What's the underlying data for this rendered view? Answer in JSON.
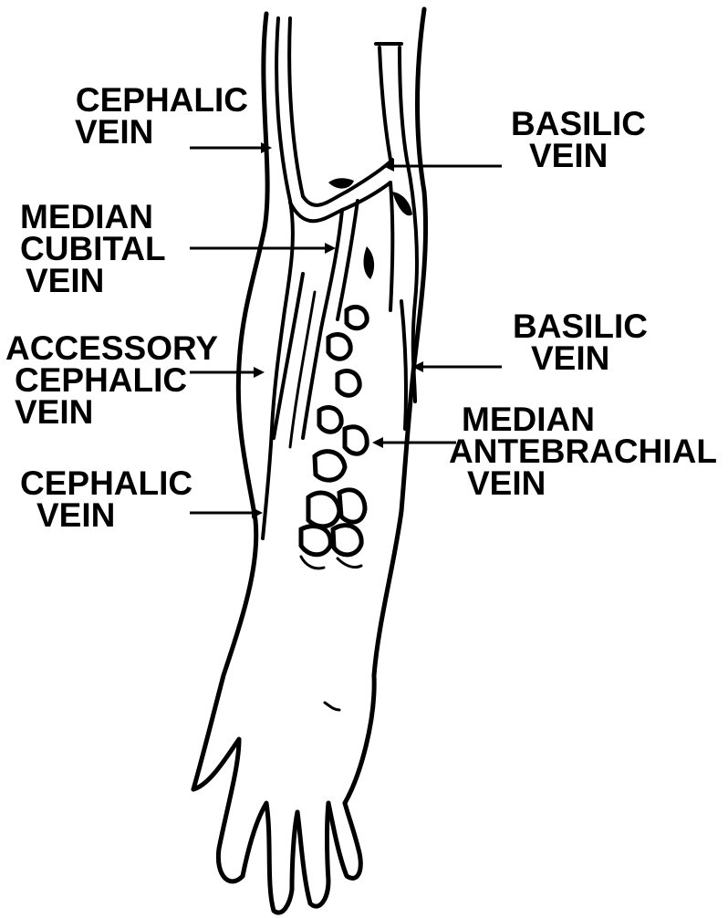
{
  "labels": {
    "cephalic_upper": [
      "CEPHALIC",
      "VEIN"
    ],
    "basilic_upper": [
      "BASILIC",
      "VEIN"
    ],
    "median_cubital": [
      "MEDIAN",
      "CUBITAL",
      "VEIN"
    ],
    "accessory_cephalic": [
      "ACCESSORY",
      "CEPHALIC",
      "VEIN"
    ],
    "basilic_lower": [
      "BASILIC",
      "VEIN"
    ],
    "median_antebrachial": [
      "MEDIAN",
      "ANTEBRACHIAL",
      "VEIN"
    ],
    "cephalic_lower": [
      "CEPHALIC",
      "VEIN"
    ]
  }
}
